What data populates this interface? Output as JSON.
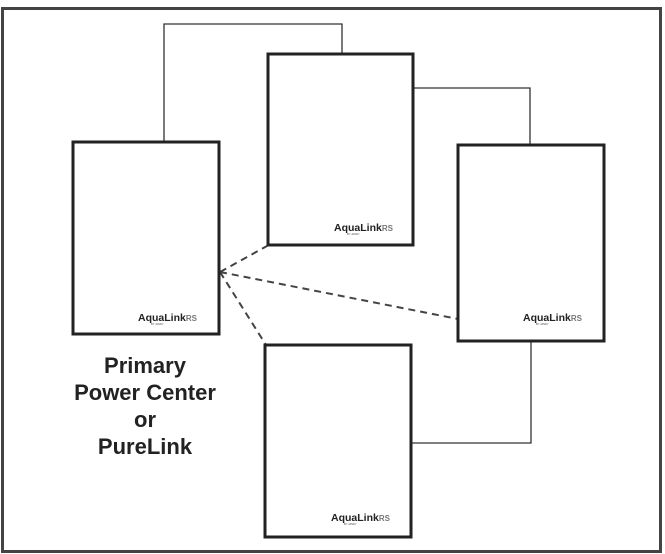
{
  "diagram": {
    "primary_label_lines": [
      "Primary",
      "Power Center",
      "or",
      "PureLink"
    ],
    "units": [
      {
        "id": "primary",
        "brand": "AquaLink",
        "brand_suffix": "RS",
        "brand_sub": "BY JANDY"
      },
      {
        "id": "top",
        "brand": "AquaLink",
        "brand_suffix": "RS",
        "brand_sub": "BY JANDY"
      },
      {
        "id": "right",
        "brand": "AquaLink",
        "brand_suffix": "RS",
        "brand_sub": "BY JANDY"
      },
      {
        "id": "bottom",
        "brand": "AquaLink",
        "brand_suffix": "RS",
        "brand_sub": "BY JANDY"
      }
    ]
  },
  "colors": {
    "box_stroke": "#222222",
    "connector": "#333333",
    "dashed_link": "#444444",
    "frame": "#444444"
  }
}
